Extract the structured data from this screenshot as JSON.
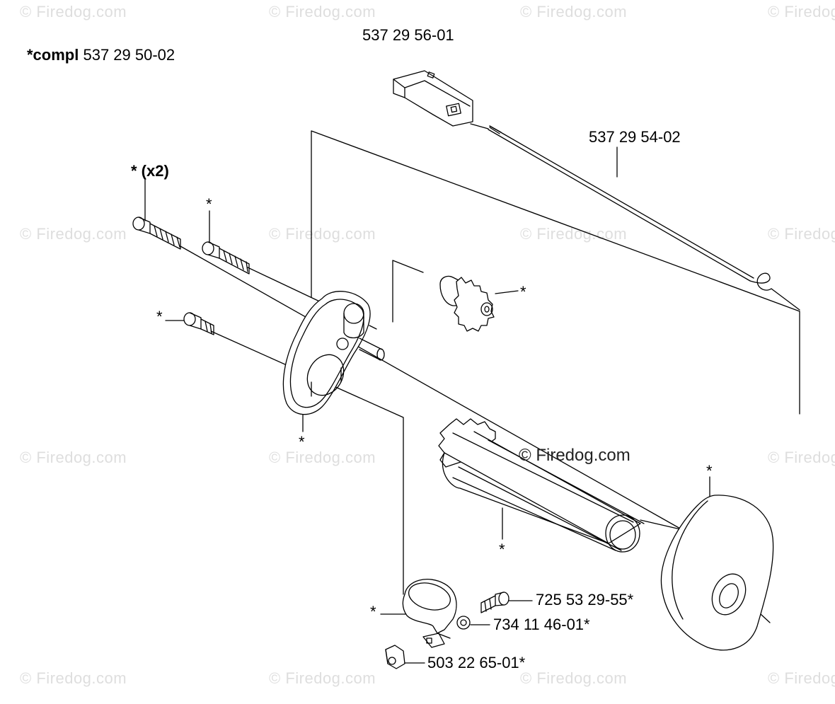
{
  "header": {
    "compl_prefix": "*compl",
    "compl_number": "537 29 50-02"
  },
  "labels": {
    "cover": "537 29 56-01",
    "rod": "537 29 54-02",
    "screw_x2": "* (x2)",
    "screw_small": "725 53 29-55*",
    "washer": "734 11 46-01*",
    "nut": "503 22 65-01*"
  },
  "asterisk": "*",
  "watermark": "© Firedog.com",
  "center_watermark": "© Firedog.com"
}
